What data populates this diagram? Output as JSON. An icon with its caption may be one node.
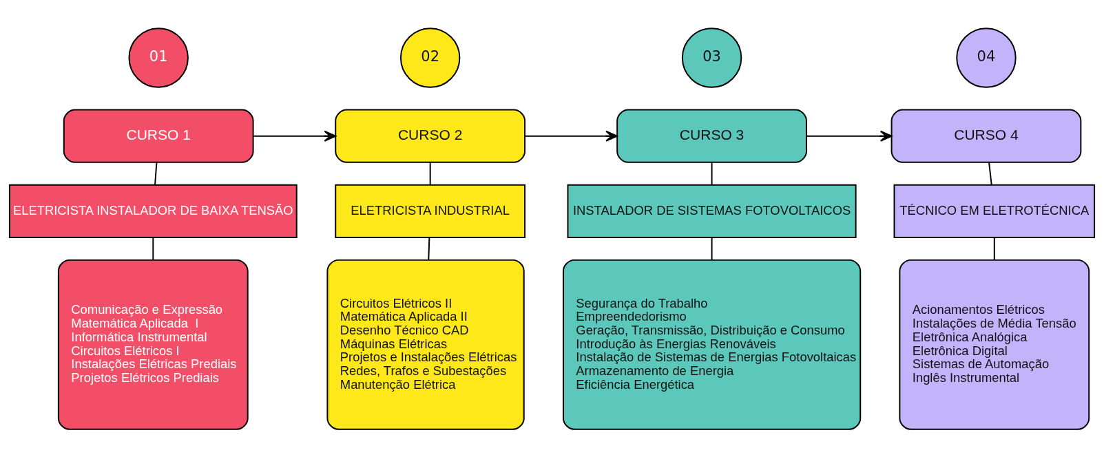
{
  "diagram": {
    "nodes": [
      {
        "text": [
          "01"
        ]
      },
      {
        "text": [
          "CURSO 1"
        ]
      },
      {
        "text": [
          "ELETRICISTA INSTALADOR DE BAIXA TENSÃO"
        ]
      },
      {
        "text": [
          "Comunicação e Expressão",
          "Matemática Aplicada  I",
          "Informática Instrumental",
          "Circuitos Elétricos I",
          "Instalações Elétricas Prediais",
          "Projetos Elétricos Prediais"
        ]
      },
      {
        "text": [
          "02"
        ]
      },
      {
        "text": [
          "CURSO 2"
        ]
      },
      {
        "text": [
          "ELETRICISTA INDUSTRIAL"
        ]
      },
      {
        "text": [
          "Circuitos Elétricos II",
          "Matemática Aplicada II",
          "Desenho Técnico CAD",
          "Máquinas Elétricas",
          "Projetos e Instalações Elétricas",
          "Redes, Trafos e Subestações",
          "Manutenção Elétrica"
        ]
      },
      {
        "text": [
          "03"
        ]
      },
      {
        "text": [
          "CURSO 3"
        ]
      },
      {
        "text": [
          "INSTALADOR DE SISTEMAS FOTOVOLTAICOS"
        ]
      },
      {
        "text": [
          "Segurança do Trabalho",
          "Empreendedorismo",
          "Geração, Transmissão, Distribuição e Consumo",
          "Introdução às Energias Renováveis",
          "Instalação de Sistemas de Energias Fotovoltaicas",
          "Armazenamento de Energia",
          "Eficiência Energética"
        ]
      },
      {
        "text": [
          "04"
        ]
      },
      {
        "text": [
          "CURSO 4"
        ]
      },
      {
        "text": [
          "TÉCNICO EM ELETROTÉCNICA"
        ]
      },
      {
        "text": [
          "Acionamentos Elétricos",
          "Instalações de Média Tensão",
          "Eletrônica Analógica",
          "Eletrônica Digital",
          "Sistemas de Automação",
          "Inglês Instrumental"
        ]
      }
    ],
    "edges": [
      {
        "from": 1,
        "to": 2,
        "arrow": "none"
      },
      {
        "from": 2,
        "to": 3,
        "arrow": "none"
      },
      {
        "from": 5,
        "to": 6,
        "arrow": "none"
      },
      {
        "from": 6,
        "to": 7,
        "arrow": "none"
      },
      {
        "from": 9,
        "to": 10,
        "arrow": "none"
      },
      {
        "from": 10,
        "to": 11,
        "arrow": "none"
      },
      {
        "from": 13,
        "to": 14,
        "arrow": "none"
      },
      {
        "from": 14,
        "to": 15,
        "arrow": "none"
      },
      {
        "from": 1,
        "to": 5,
        "arrow": "to"
      },
      {
        "from": 5,
        "to": 9,
        "arrow": "to"
      },
      {
        "from": 9,
        "to": 13,
        "arrow": "to"
      }
    ]
  }
}
